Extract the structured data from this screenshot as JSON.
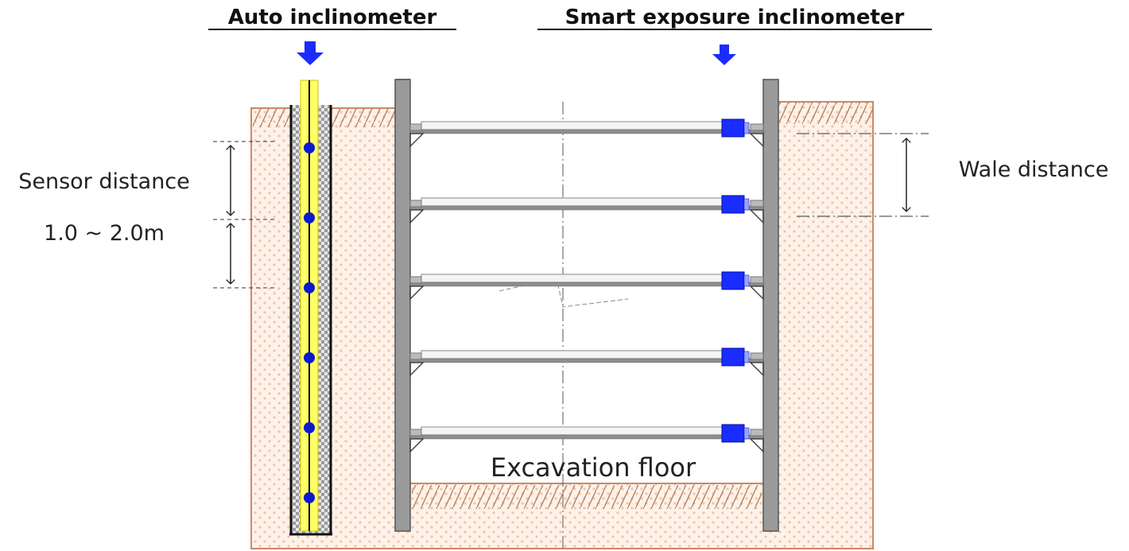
{
  "titles": {
    "auto": "Auto inclinometer",
    "smart": "Smart exposure inclinometer"
  },
  "labels": {
    "sensor_distance": "Sensor distance",
    "sensor_range": "1.0 ~ 2.0m",
    "wale_distance": "Wale distance",
    "excavation_floor": "Excavation floor"
  },
  "counts": {
    "sensors": 6,
    "struts": 5
  },
  "colors": {
    "soil_fill": "#fdf2ea",
    "soil_dots": "#f2c4a8",
    "soil_border": "#c98a63",
    "hatch": "#b7835f",
    "wall": "#9a9a9a",
    "casing": "#ffff66",
    "sensor": "#0a1acc",
    "marker": "#1a2cff",
    "arrow": "#1a2cff"
  }
}
